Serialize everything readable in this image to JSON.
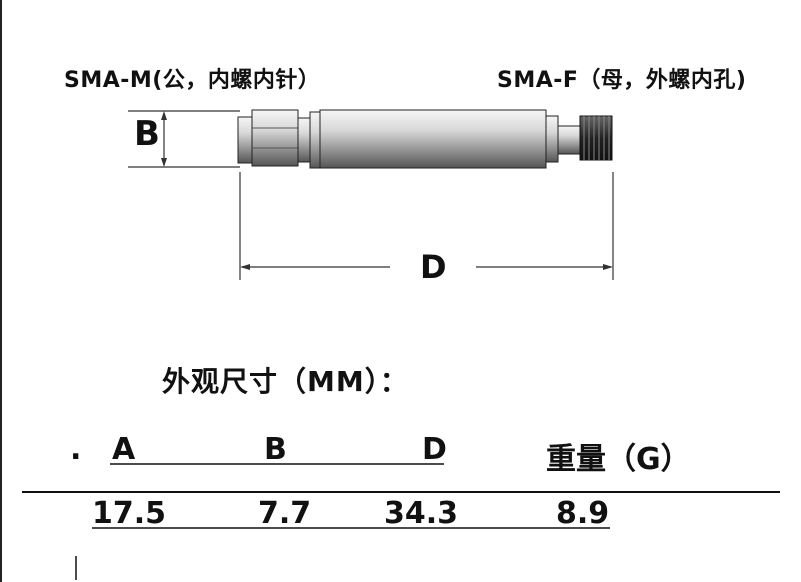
{
  "labels": {
    "male_connector": "SMA-M(公，内螺内针）",
    "female_connector": "SMA-F（母，外螺内孔)",
    "dim_b": "B",
    "dim_d": "D"
  },
  "section_title": "外观尺寸（MM）：",
  "table": {
    "marker": ".",
    "headers": [
      "A",
      "B",
      "D",
      "重量（G）"
    ],
    "values": [
      "17.5",
      "7.7",
      "34.3",
      "8.9"
    ]
  }
}
